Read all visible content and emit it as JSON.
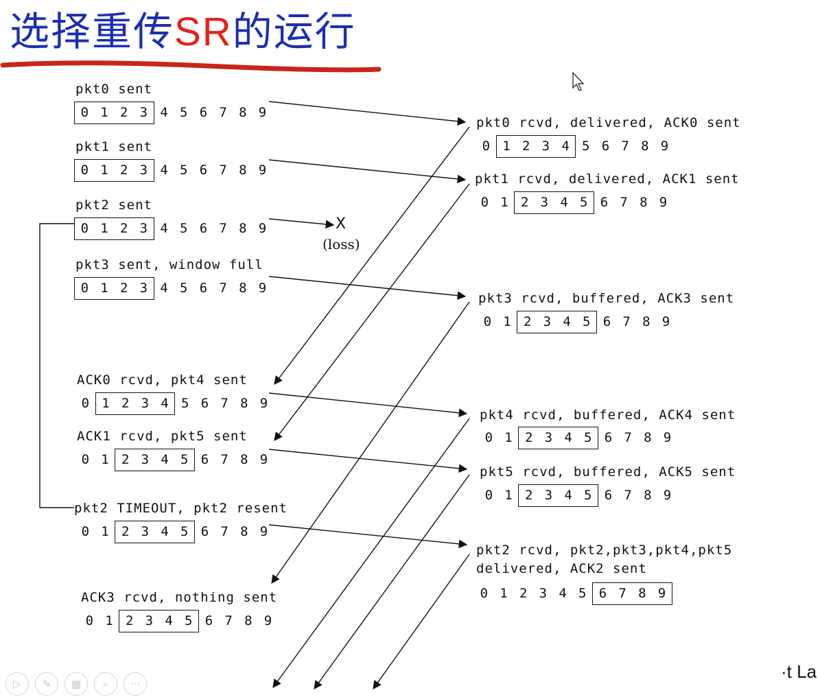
{
  "title": {
    "part1": "选择重传",
    "part2": "SR",
    "part3": "的运行"
  },
  "loss_label": "(loss)",
  "loss_mark": "X",
  "corner_text": "·t La",
  "toolbar_icons": [
    "play-icon",
    "pen-icon",
    "slides-icon",
    "zoom-icon",
    "more-icon"
  ],
  "toolbar_glyphs": [
    "▷",
    "✎",
    "▦",
    "⌕",
    "···"
  ],
  "sender": [
    {
      "label": "pkt0 sent",
      "seq": [
        "0",
        "1",
        "2",
        "3",
        "4",
        "5",
        "6",
        "7",
        "8",
        "9"
      ],
      "window_start": 0,
      "window_size": 4
    },
    {
      "label": "pkt1 sent",
      "seq": [
        "0",
        "1",
        "2",
        "3",
        "4",
        "5",
        "6",
        "7",
        "8",
        "9"
      ],
      "window_start": 0,
      "window_size": 4
    },
    {
      "label": "pkt2 sent",
      "seq": [
        "0",
        "1",
        "2",
        "3",
        "4",
        "5",
        "6",
        "7",
        "8",
        "9"
      ],
      "window_start": 0,
      "window_size": 4
    },
    {
      "label": "pkt3 sent, window full",
      "seq": [
        "0",
        "1",
        "2",
        "3",
        "4",
        "5",
        "6",
        "7",
        "8",
        "9"
      ],
      "window_start": 0,
      "window_size": 4
    },
    {
      "label": "ACK0 rcvd, pkt4 sent",
      "seq": [
        "0",
        "1",
        "2",
        "3",
        "4",
        "5",
        "6",
        "7",
        "8",
        "9"
      ],
      "window_start": 1,
      "window_size": 4
    },
    {
      "label": "ACK1 rcvd, pkt5 sent",
      "seq": [
        "0",
        "1",
        "2",
        "3",
        "4",
        "5",
        "6",
        "7",
        "8",
        "9"
      ],
      "window_start": 2,
      "window_size": 4
    },
    {
      "label": "pkt2 TIMEOUT, pkt2 resent",
      "seq": [
        "0",
        "1",
        "2",
        "3",
        "4",
        "5",
        "6",
        "7",
        "8",
        "9"
      ],
      "window_start": 2,
      "window_size": 4
    },
    {
      "label": "ACK3 rcvd, nothing sent",
      "seq": [
        "0",
        "1",
        "2",
        "3",
        "4",
        "5",
        "6",
        "7",
        "8",
        "9"
      ],
      "window_start": 2,
      "window_size": 4
    }
  ],
  "receiver": [
    {
      "label": "pkt0 rcvd, delivered, ACK0 sent",
      "seq": [
        "0",
        "1",
        "2",
        "3",
        "4",
        "5",
        "6",
        "7",
        "8",
        "9"
      ],
      "window_start": 1,
      "window_size": 4
    },
    {
      "label": "pkt1 rcvd, delivered, ACK1 sent",
      "seq": [
        "0",
        "1",
        "2",
        "3",
        "4",
        "5",
        "6",
        "7",
        "8",
        "9"
      ],
      "window_start": 2,
      "window_size": 4
    },
    {
      "label": "pkt3 rcvd, buffered, ACK3 sent",
      "seq": [
        "0",
        "1",
        "2",
        "3",
        "4",
        "5",
        "6",
        "7",
        "8",
        "9"
      ],
      "window_start": 2,
      "window_size": 4
    },
    {
      "label": "pkt4 rcvd, buffered, ACK4 sent",
      "seq": [
        "0",
        "1",
        "2",
        "3",
        "4",
        "5",
        "6",
        "7",
        "8",
        "9"
      ],
      "window_start": 2,
      "window_size": 4
    },
    {
      "label": "pkt5 rcvd, buffered, ACK5 sent",
      "seq": [
        "0",
        "1",
        "2",
        "3",
        "4",
        "5",
        "6",
        "7",
        "8",
        "9"
      ],
      "window_start": 2,
      "window_size": 4
    },
    {
      "label": "pkt2 rcvd, pkt2,pkt3,pkt4,pkt5",
      "label2": "delivered, ACK2 sent",
      "seq": [
        "0",
        "1",
        "2",
        "3",
        "4",
        "5",
        "6",
        "7",
        "8",
        "9"
      ],
      "window_start": 6,
      "window_size": 4
    }
  ]
}
